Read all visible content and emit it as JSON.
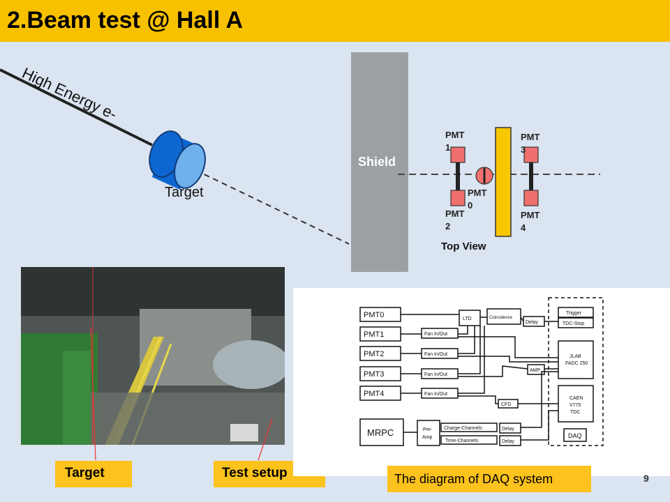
{
  "slide": {
    "title": "2.Beam test @ Hall A",
    "page_number": "9"
  },
  "beam_diagram": {
    "beam_label": "High Energy e-",
    "target_label": "Target",
    "shield_label": "Shield",
    "top_view_label": "Top View",
    "pmt_labels": [
      "PMT 1",
      "PMT 2",
      "PMT 0",
      "PMT 3",
      "PMT 4"
    ],
    "colors": {
      "target": "#0e67d0",
      "pmt": "#f0706f",
      "scintillator": "#f8c700",
      "shield": "#9c9fa3"
    }
  },
  "photo_captions": {
    "target": "Target",
    "test_setup": "Test setup"
  },
  "daq": {
    "caption": "The diagram of DAQ system",
    "boxes": {
      "pmt0": "PMT0",
      "pmt1": "PMT1",
      "pmt2": "PMT2",
      "pmt3": "PMT3",
      "pmt4": "PMT4",
      "mrpc": "MRPC",
      "ltd": "LTD",
      "coincidence": "Coincidence",
      "delay1": "Delay",
      "fan1": "Fan In/Out",
      "fan2": "Fan In/Out",
      "fan3": "Fan In/Out",
      "fan4": "Fan In/Out",
      "amp": "AMP",
      "cfd": "CFD",
      "preamp_1": "Pre-",
      "preamp_2": "Amp",
      "charge": "Charge-Channels",
      "time": "Time-Channels",
      "delay2": "Delay",
      "delay3": "Delay",
      "trigger": "Trigger",
      "tdcstop": "TDC-Stop",
      "jlab_1": "JLAB",
      "jlab_2": "FADC 250",
      "caen_1": "CAEN",
      "caen_2": "V775",
      "caen_3": "TDC",
      "daq": "DAQ"
    }
  }
}
